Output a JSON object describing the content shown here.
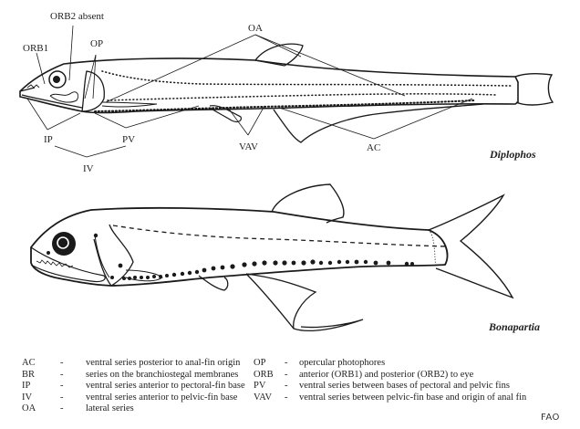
{
  "figure": {
    "top_species": "Diplophos",
    "bottom_species": "Bonapartia",
    "labels": {
      "orb2_absent": "ORB2 absent",
      "orb1": "ORB1",
      "op": "OP",
      "oa": "OA",
      "ip": "IP",
      "pv": "PV",
      "iv": "IV",
      "vav": "VAV",
      "ac": "AC"
    }
  },
  "legend": {
    "left": [
      {
        "abbr": "AC",
        "sep": "-",
        "desc": "ventral series posterior to anal-fin origin"
      },
      {
        "abbr": "BR",
        "sep": "-",
        "desc": "series on the branchiostegal membranes"
      },
      {
        "abbr": "IP",
        "sep": "-",
        "desc": "ventral series anterior to pectoral-fin base"
      },
      {
        "abbr": "IV",
        "sep": "-",
        "desc": "ventral series anterior to pelvic-fin base"
      },
      {
        "abbr": "OA",
        "sep": "-",
        "desc": "lateral series"
      }
    ],
    "right": [
      {
        "abbr": "OP",
        "sep": "-",
        "desc": "opercular photophores"
      },
      {
        "abbr": "ORB",
        "sep": "-",
        "desc": "anterior (ORB1) and posterior (ORB2) to eye"
      },
      {
        "abbr": "PV",
        "sep": "-",
        "desc": "ventral series between bases of pectoral and pelvic fins"
      },
      {
        "abbr": "VAV",
        "sep": "-",
        "desc": "ventral series between pelvic-fin base and origin of anal fin"
      }
    ]
  },
  "credit": "FAO"
}
